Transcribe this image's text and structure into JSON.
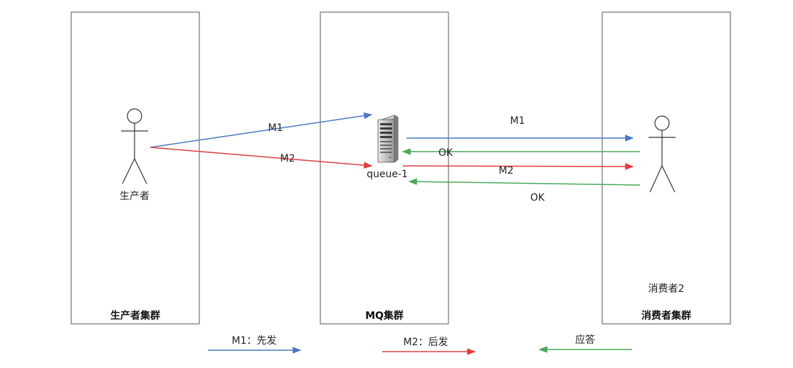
{
  "clusters": {
    "producer": {
      "title": "生产者集群"
    },
    "mq": {
      "title": "MQ集群"
    },
    "consumer": {
      "title": "消费者集群"
    }
  },
  "nodes": {
    "producer": {
      "label": "生产者"
    },
    "queue": {
      "label": "queue-1"
    },
    "consumer": {
      "label": "消费者2"
    }
  },
  "messages": {
    "producer_m1": "M1",
    "producer_m2": "M2",
    "deliver_m1": "M1",
    "ack_1": "OK",
    "deliver_m2": "M2",
    "ack_2": "OK"
  },
  "legend": {
    "first_sent": "M1：先发",
    "later_sent": "M2：后发",
    "ack": "应答"
  },
  "colors": {
    "m1_arrow": "#4a78c2",
    "m2_arrow": "#e03c3c",
    "ack_arrow": "#4aa85a"
  }
}
